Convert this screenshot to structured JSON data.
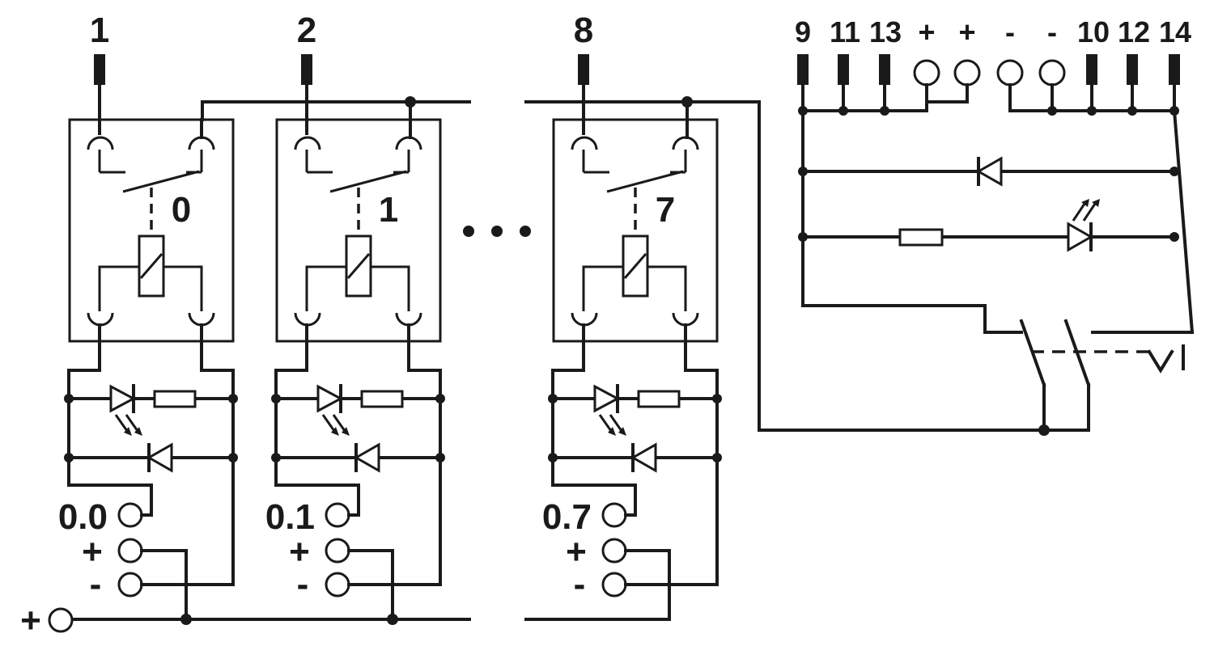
{
  "channels": [
    {
      "terminal": "1",
      "relay_index": "0",
      "input_label": "0.0",
      "plus": "+",
      "minus": "-"
    },
    {
      "terminal": "2",
      "relay_index": "1",
      "input_label": "0.1",
      "plus": "+",
      "minus": "-"
    },
    {
      "terminal": "8",
      "relay_index": "7",
      "input_label": "0.7",
      "plus": "+",
      "minus": "-"
    }
  ],
  "right_terminals": [
    "9",
    "11",
    "13",
    "+",
    "+",
    "-",
    "-",
    "10",
    "12",
    "14"
  ],
  "supply_label": "+"
}
